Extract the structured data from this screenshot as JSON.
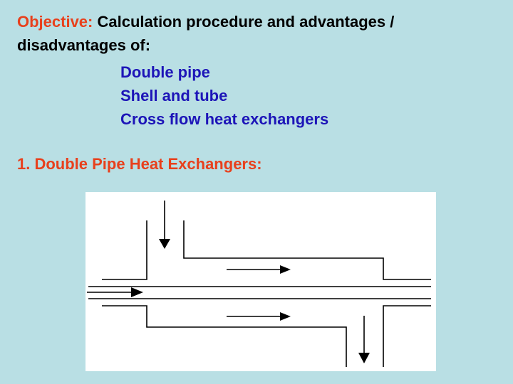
{
  "objective": {
    "label": "Objective:",
    "text": " Calculation procedure and advantages / disadvantages of:",
    "items": [
      "Double pipe",
      "Shell and tube",
      "Cross flow heat exchangers"
    ]
  },
  "section": {
    "heading": "1. Double Pipe Heat Exchangers:"
  },
  "colors": {
    "background": "#b9dfe4",
    "accent": "#e8401c",
    "list_text": "#1d15b8"
  }
}
